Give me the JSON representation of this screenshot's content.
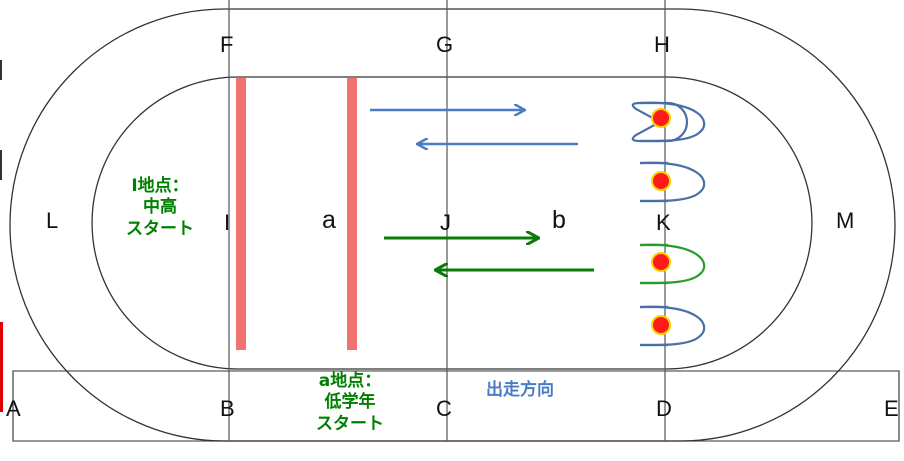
{
  "points": {
    "A": "A",
    "B": "B",
    "C": "C",
    "D": "D",
    "E": "E",
    "F": "F",
    "G": "G",
    "H": "H",
    "I": "I",
    "J": "J",
    "K": "K",
    "L": "L",
    "M": "M",
    "a": "a",
    "b": "b"
  },
  "annotations": {
    "i_start_line1": "I地点：",
    "i_start_line2": "中高",
    "i_start_line3": "スタート",
    "a_start_line1": "a地点：",
    "a_start_line2": "低学年",
    "a_start_line3": "スタート",
    "direction": "出走方向"
  },
  "colors": {
    "track_line": "#444444",
    "start_line": "#f27272",
    "blue_arrow": "#4a7cc4",
    "green_arrow": "#0a7a0a",
    "cone_red": "#ff1a1a",
    "cone_ring": "#f5d400",
    "label_green": "#008000",
    "label_blue": "#4a7cc4"
  }
}
